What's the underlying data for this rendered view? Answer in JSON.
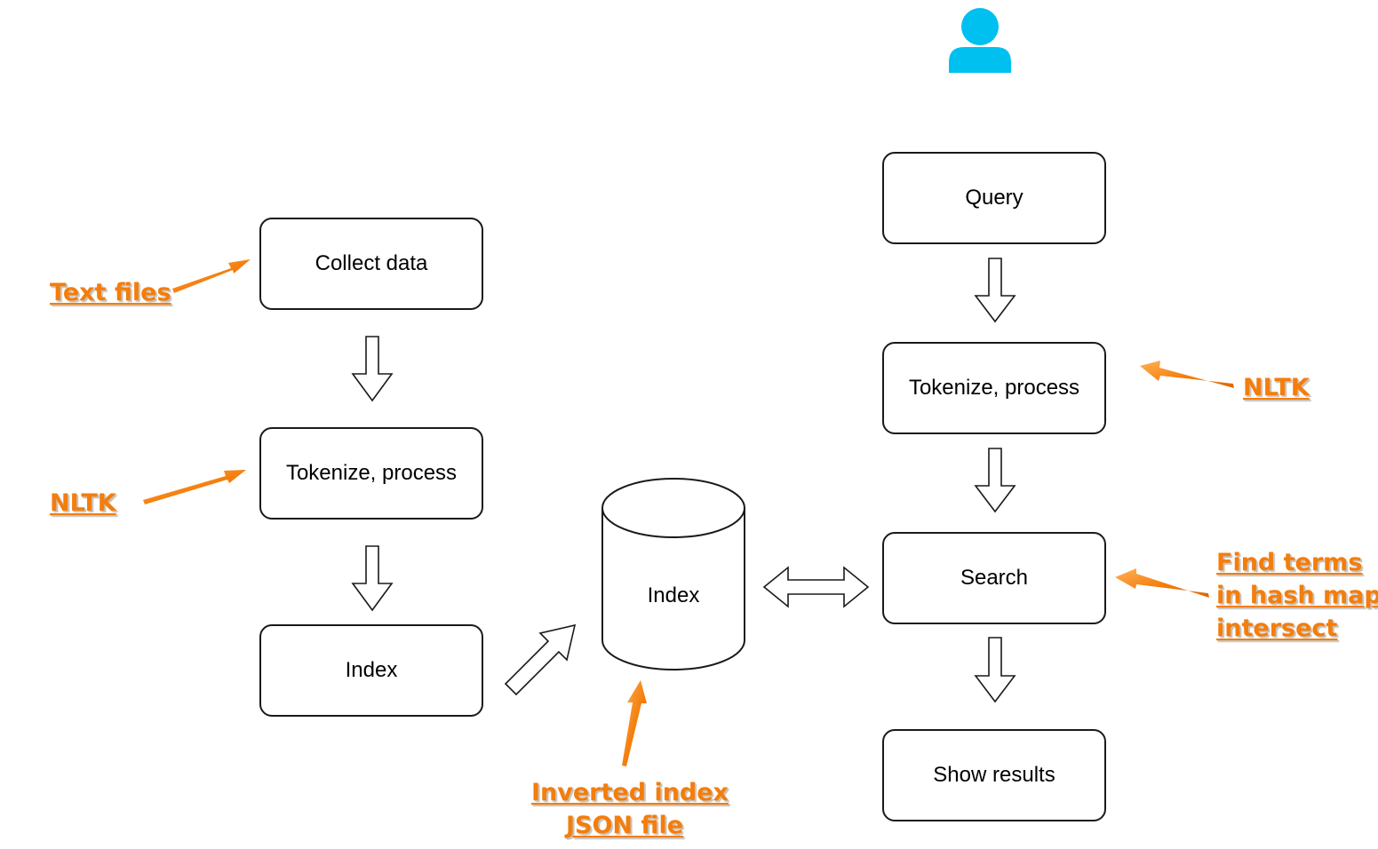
{
  "indexing_pipeline": {
    "collect": "Collect data",
    "tokenize": "Tokenize, process",
    "index": "Index"
  },
  "storage": {
    "label": "Index"
  },
  "query_pipeline": {
    "query": "Query",
    "tokenize": "Tokenize, process",
    "search": "Search",
    "results": "Show results"
  },
  "annotations": {
    "text_files": "Text files",
    "nltk_left": "NLTK",
    "nltk_right": "NLTK",
    "inverted_index": [
      "Inverted index",
      "JSON file"
    ],
    "find_terms": [
      "Find terms",
      "in hash map,",
      "intersect"
    ]
  },
  "colors": {
    "annotation": "#f47d0b",
    "user_icon": "#00c0f0",
    "box_border": "#1a1a1a"
  },
  "icons": {
    "user": "user-icon"
  }
}
